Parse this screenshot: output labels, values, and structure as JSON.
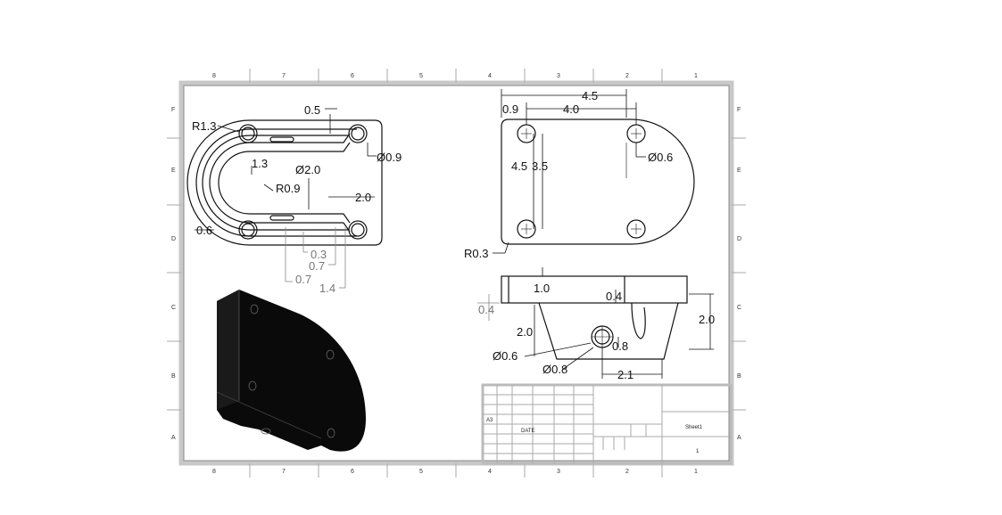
{
  "zones": {
    "columns": [
      "8",
      "7",
      "6",
      "5",
      "4",
      "3",
      "2",
      "1"
    ],
    "rows": [
      "F",
      "E",
      "D",
      "C",
      "B",
      "A"
    ]
  },
  "top_left_view": {
    "r_outer": "R1.3",
    "slot_width": "0.5",
    "hole_dia": "Ø0.9",
    "dim_1_3": "1.3",
    "bore_dia": "Ø2.0",
    "r_inner": "R0.9",
    "len_2_0": "2.0",
    "dim_0_6": "0.6",
    "dim_0_3": "0.3",
    "dim_0_7a": "0.7",
    "dim_0_7b": "0.7",
    "dim_1_4": "1.4"
  },
  "top_right_view": {
    "width_4_5": "4.5",
    "offset_0_9": "0.9",
    "pitch_4_0": "4.0",
    "height_4_5": "4.5",
    "pitch_3_5": "3.5",
    "hole_dia": "Ø0.6",
    "corner_r": "R0.3"
  },
  "side_view": {
    "plate_thk": "1.0",
    "step_0_4": "0.4",
    "left_0_4": "0.4",
    "overall_h": "2.0",
    "body_h": "2.0",
    "hole_small": "Ø0.6",
    "hole_large": "Ø0.8",
    "dim_0_8": "0.8",
    "width_2_1": "2.1"
  },
  "title_block": {
    "size": "A3",
    "date_label": "DATE",
    "sheet_name": "Sheet1",
    "sheet_no": "1"
  }
}
